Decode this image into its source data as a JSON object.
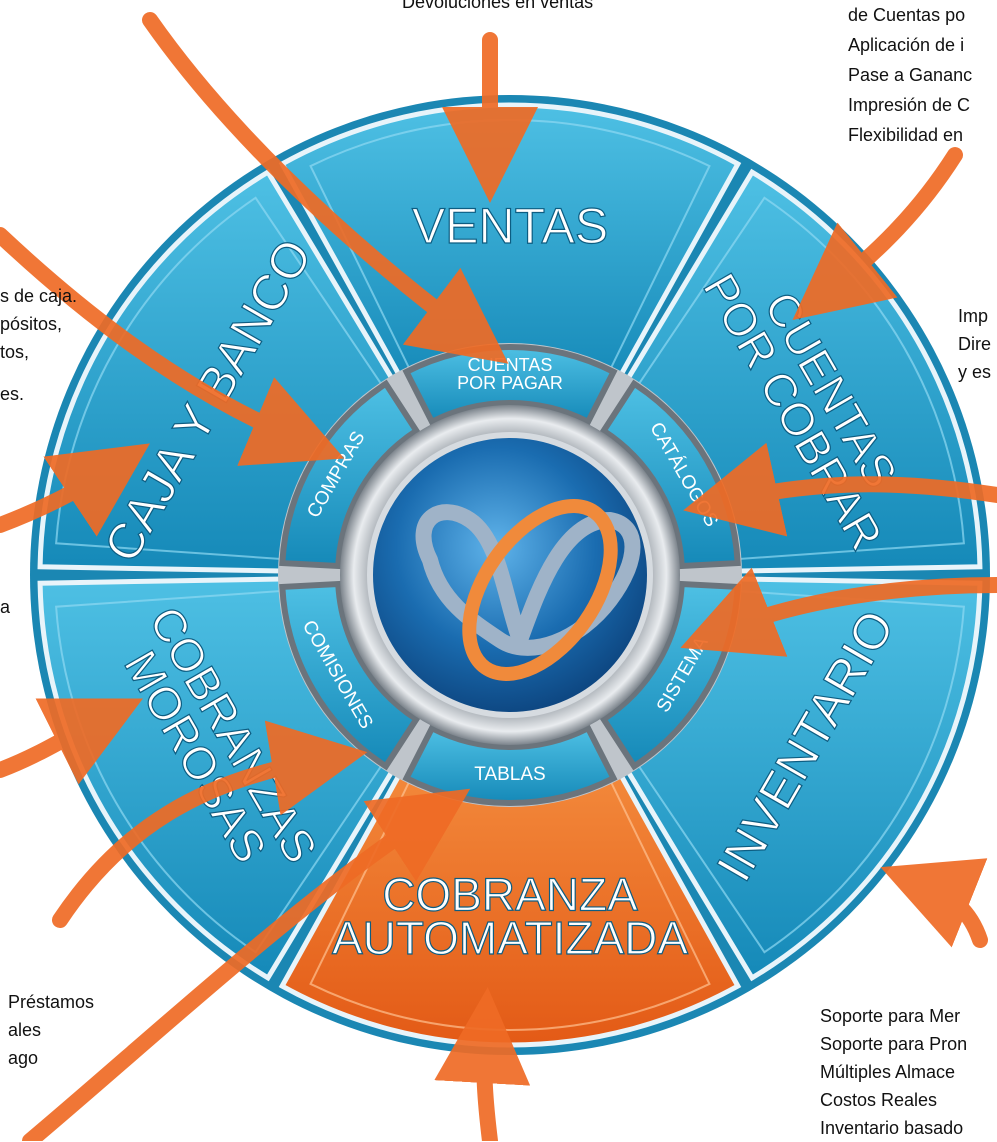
{
  "colors": {
    "module_blue": "#1f9ac4",
    "module_blue_dark": "#0e6f97",
    "module_blue_light": "#4ec0e4",
    "ring_bg": "#1b87b3",
    "orange": "#ee6a22",
    "orange_light": "#f7a05a",
    "silver": "#c8ccd2",
    "hub_blue": "#1565a8",
    "text": "#111111"
  },
  "outer_modules": [
    {
      "id": "ventas",
      "lines": [
        "VENTAS"
      ]
    },
    {
      "id": "cuentas-por-cobrar",
      "lines": [
        "CUENTAS",
        "POR COBRAR"
      ]
    },
    {
      "id": "inventario",
      "lines": [
        "INVENTARIO"
      ]
    },
    {
      "id": "cobranza-automatizada",
      "lines": [
        "COBRANZA",
        "AUTOMATIZADA"
      ]
    },
    {
      "id": "cobranzas-morosas",
      "lines": [
        "COBRANZAS",
        "MOROSAS"
      ]
    },
    {
      "id": "caja-y-banco",
      "lines": [
        "CAJA Y BANCO"
      ]
    }
  ],
  "inner_modules": [
    {
      "id": "cuentas-por-pagar",
      "lines": [
        "CUENTAS",
        "POR PAGAR"
      ]
    },
    {
      "id": "catalogos",
      "lines": [
        "CATÁLOGOS"
      ]
    },
    {
      "id": "sistema",
      "lines": [
        "SISTEMA"
      ]
    },
    {
      "id": "tablas",
      "lines": [
        "TABLAS"
      ]
    },
    {
      "id": "comisiones",
      "lines": [
        "COMISIONES"
      ]
    },
    {
      "id": "compras",
      "lines": [
        "COMPRAS"
      ]
    }
  ],
  "annotations": {
    "top_center": [
      "Devoluciones en ventas"
    ],
    "top_right": [
      "de Cuentas po",
      "Aplicación de i",
      "Pase a Gananc",
      "Impresión de C",
      "Flexibilidad en"
    ],
    "right_mid": [
      "Imp",
      "Dire",
      "y es"
    ],
    "left_mid": [
      "s de caja.",
      "pósitos,",
      "tos,",
      "",
      "es."
    ],
    "left_lower": [
      "a"
    ],
    "bottom_left": [
      "Préstamos",
      "ales",
      "ago"
    ],
    "bottom_right": [
      "Soporte para Mer",
      "Soporte para Pron",
      "Múltiples Almace",
      "Costos Reales",
      "Inventario basado"
    ]
  }
}
